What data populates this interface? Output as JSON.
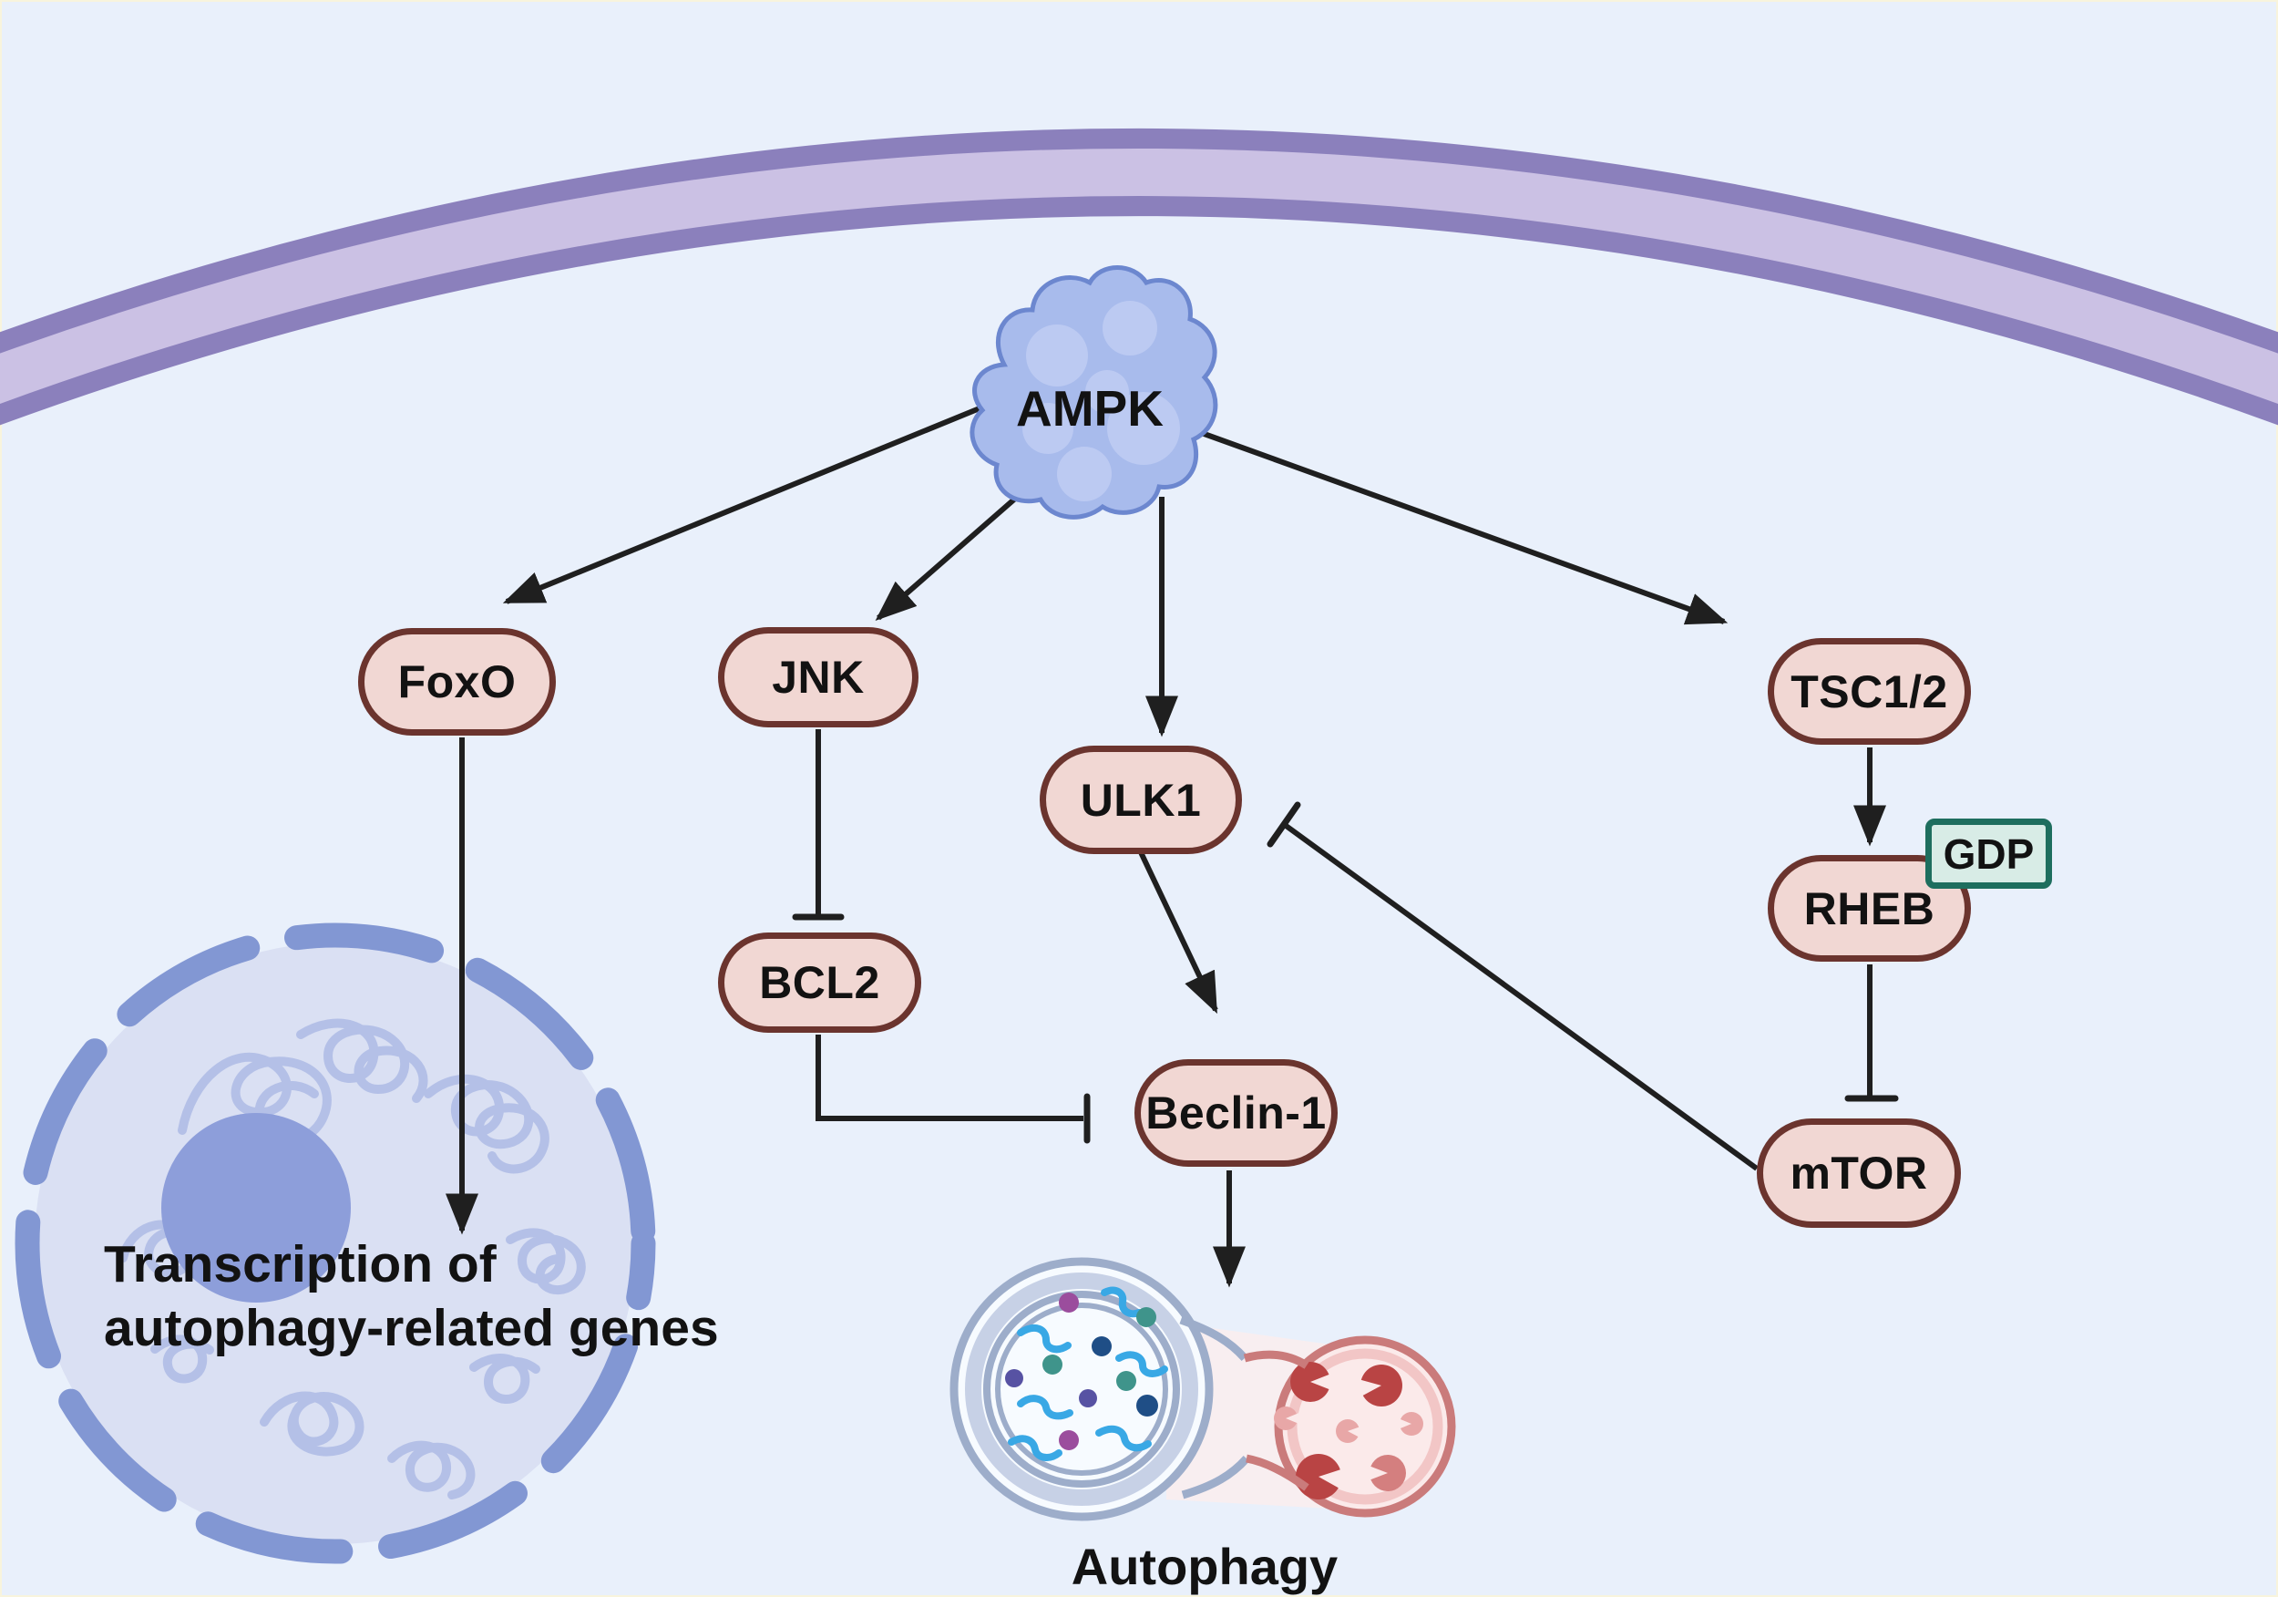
{
  "title": "AMPK autophagy signaling pathway diagram",
  "nodes": {
    "ampk": {
      "label": "AMPK"
    },
    "foxo": {
      "label": "FoxO"
    },
    "jnk": {
      "label": "JNK"
    },
    "ulk1": {
      "label": "ULK1"
    },
    "bcl2": {
      "label": "BCL2"
    },
    "beclin1": {
      "label": "Beclin-1"
    },
    "tsc12": {
      "label": "TSC1/2"
    },
    "rheb": {
      "label": "RHEB"
    },
    "mtor": {
      "label": "mTOR"
    },
    "gdp": {
      "label": "GDP"
    }
  },
  "annotations": {
    "nucleus_caption_line1": "Transcription of",
    "nucleus_caption_line2": "autophagy-related genes",
    "autophagy_label": "Autophagy"
  },
  "edges": [
    {
      "from": "AMPK",
      "to": "FoxO",
      "type": "activation"
    },
    {
      "from": "AMPK",
      "to": "JNK",
      "type": "activation"
    },
    {
      "from": "AMPK",
      "to": "ULK1",
      "type": "activation"
    },
    {
      "from": "AMPK",
      "to": "TSC1/2",
      "type": "activation"
    },
    {
      "from": "FoxO",
      "to": "Transcription of autophagy-related genes",
      "type": "activation"
    },
    {
      "from": "JNK",
      "to": "BCL2",
      "type": "inhibition"
    },
    {
      "from": "BCL2",
      "to": "Beclin-1",
      "type": "inhibition"
    },
    {
      "from": "ULK1",
      "to": "Beclin-1",
      "type": "activation"
    },
    {
      "from": "Beclin-1",
      "to": "Autophagy",
      "type": "activation"
    },
    {
      "from": "TSC1/2",
      "to": "RHEB",
      "type": "activation"
    },
    {
      "from": "RHEB",
      "to": "mTOR",
      "type": "inhibition"
    },
    {
      "from": "mTOR",
      "to": "ULK1",
      "type": "inhibition"
    }
  ],
  "rheb_modifier": "GDP",
  "colors": {
    "background": "#e9f0fb",
    "text": "#121212",
    "arrow": "#1f1f1f",
    "membrane_dark": "#8b80bc",
    "membrane_light": "#cbc1e4",
    "node_fill": "#f1d7d3",
    "node_border": "#6b342e",
    "gdp_fill": "#d8ece6",
    "gdp_border": "#1e6e5e",
    "ampk_fill": "#a8bbec",
    "ampk_stroke": "#6c87cf",
    "ampk_light": "#bccaf2",
    "nucleus_fill": "#dae0f3",
    "nucleus_ring": "#8297d3",
    "nucleus_chromatin": "#b4c0e7",
    "nucleolus": "#8d9eda",
    "phagosome_ring": "#9dadca",
    "phagosome_band": "#c7d1e6",
    "phagosome_fill": "#f7fbff",
    "lysosome_ring": "#ca7b7b",
    "lysosome_band": "#f2c6c6",
    "lysosome_fill": "#fbeaea",
    "pacman_dark": "#b94444",
    "pacman_mid": "#d47f7f",
    "pacman_light": "#e8a7a7",
    "cargo_squiggle": "#39a8e5",
    "cargo_teal": "#3f948b",
    "cargo_blue": "#1f4e86",
    "cargo_purple": "#9b4d9d",
    "cargo_indigo": "#5752a3"
  }
}
